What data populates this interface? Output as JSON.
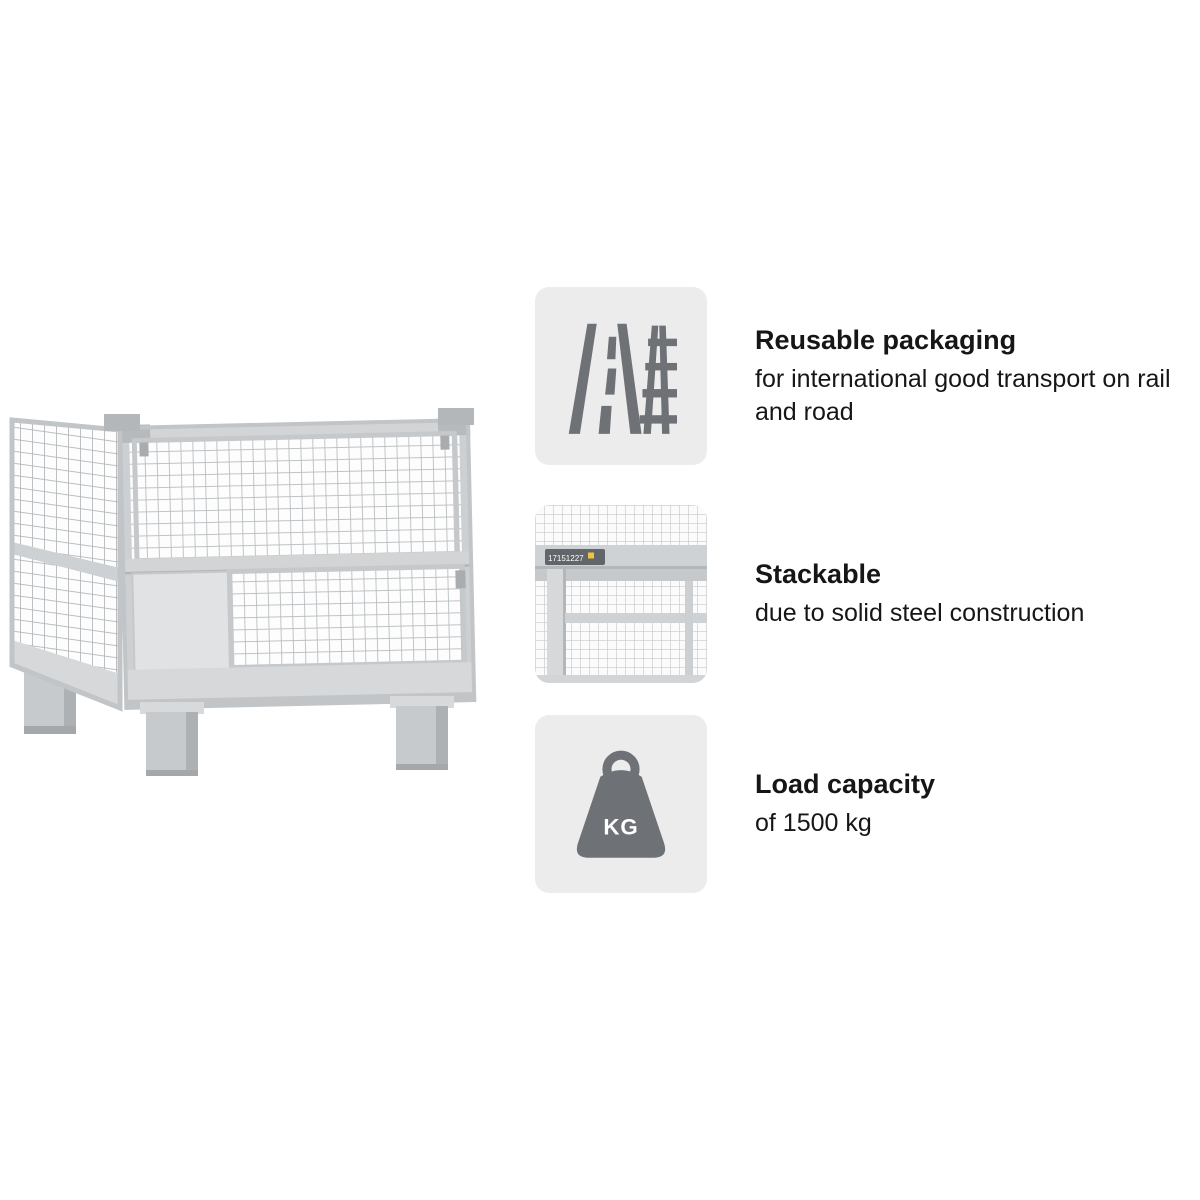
{
  "product": {
    "alt": "steel mesh box pallet (gitterbox) with half-drop front gate and four feet"
  },
  "features": [
    {
      "icon": "road-and-rail-icon",
      "title": "Reusable packaging",
      "description": "for international good transport on rail and road"
    },
    {
      "icon": "stacked-mesh-boxes-photo",
      "title": "Stackable",
      "description": "due to solid steel construction",
      "photo_plate_text": "17151227"
    },
    {
      "icon": "weight-icon",
      "title": "Load capacity",
      "description": "of 1500 kg",
      "weight_unit_label": "KG"
    }
  ],
  "colors": {
    "tile_background": "#ececed",
    "icon_gray": "#6e7276",
    "text": "#161616",
    "cage_frame": "#c9ccce",
    "cage_mesh": "#b7bbbd",
    "plate_dark": "#62656a",
    "plate_yellow": "#eec53e"
  }
}
